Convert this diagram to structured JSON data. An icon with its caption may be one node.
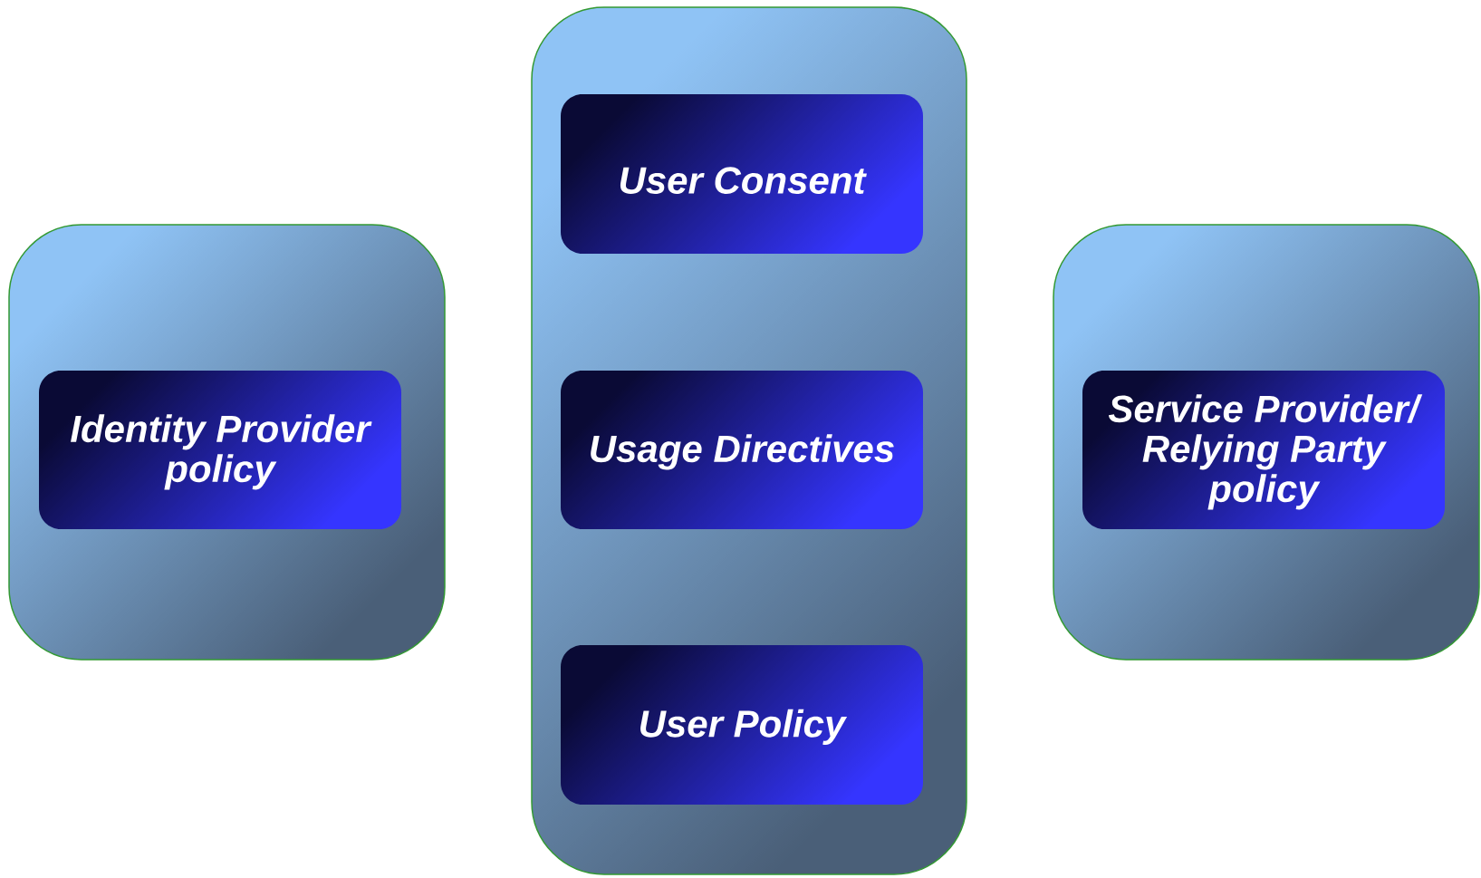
{
  "diagram": {
    "nodes": [
      {
        "text": [],
        "shape": "box"
      },
      {
        "text": [
          "Identity Provider policy"
        ],
        "in": 0
      },
      {
        "text": [],
        "shape": "box"
      },
      {
        "text": [
          "User Consent"
        ],
        "in": 2
      },
      {
        "text": [
          "Usage Directives"
        ],
        "in": 2
      },
      {
        "text": [
          "User Policy"
        ],
        "in": 2
      },
      {
        "text": [],
        "shape": "box"
      },
      {
        "text": [
          "Service Provider/ Relying Party policy"
        ],
        "in": 6
      }
    ]
  }
}
